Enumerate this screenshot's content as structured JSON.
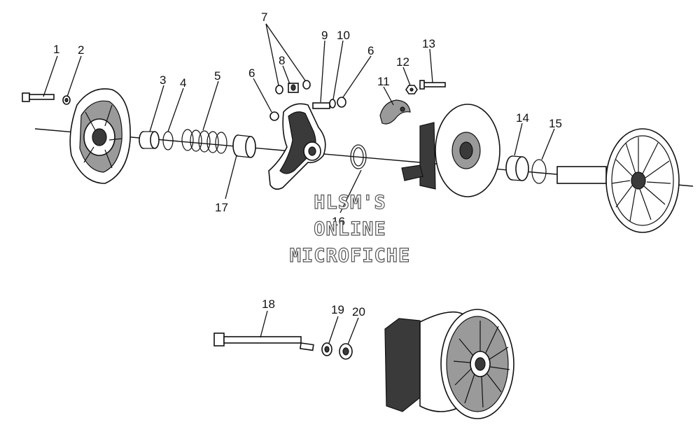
{
  "callouts": [
    {
      "id": "1",
      "label": "1"
    },
    {
      "id": "2",
      "label": "2"
    },
    {
      "id": "3",
      "label": "3"
    },
    {
      "id": "4",
      "label": "4"
    },
    {
      "id": "5",
      "label": "5"
    },
    {
      "id": "6a",
      "label": "6"
    },
    {
      "id": "7",
      "label": "7"
    },
    {
      "id": "8",
      "label": "8"
    },
    {
      "id": "9",
      "label": "9"
    },
    {
      "id": "10",
      "label": "10"
    },
    {
      "id": "6b",
      "label": "6"
    },
    {
      "id": "11",
      "label": "11"
    },
    {
      "id": "12",
      "label": "12"
    },
    {
      "id": "13",
      "label": "13"
    },
    {
      "id": "14",
      "label": "14"
    },
    {
      "id": "15",
      "label": "15"
    },
    {
      "id": "16",
      "label": "16"
    },
    {
      "id": "17",
      "label": "17"
    },
    {
      "id": "18",
      "label": "18"
    },
    {
      "id": "19",
      "label": "19"
    },
    {
      "id": "20",
      "label": "20"
    }
  ],
  "watermark": {
    "line1": "HLSM'S",
    "line2": "ONLINE",
    "line3": "MICROFICHE"
  }
}
